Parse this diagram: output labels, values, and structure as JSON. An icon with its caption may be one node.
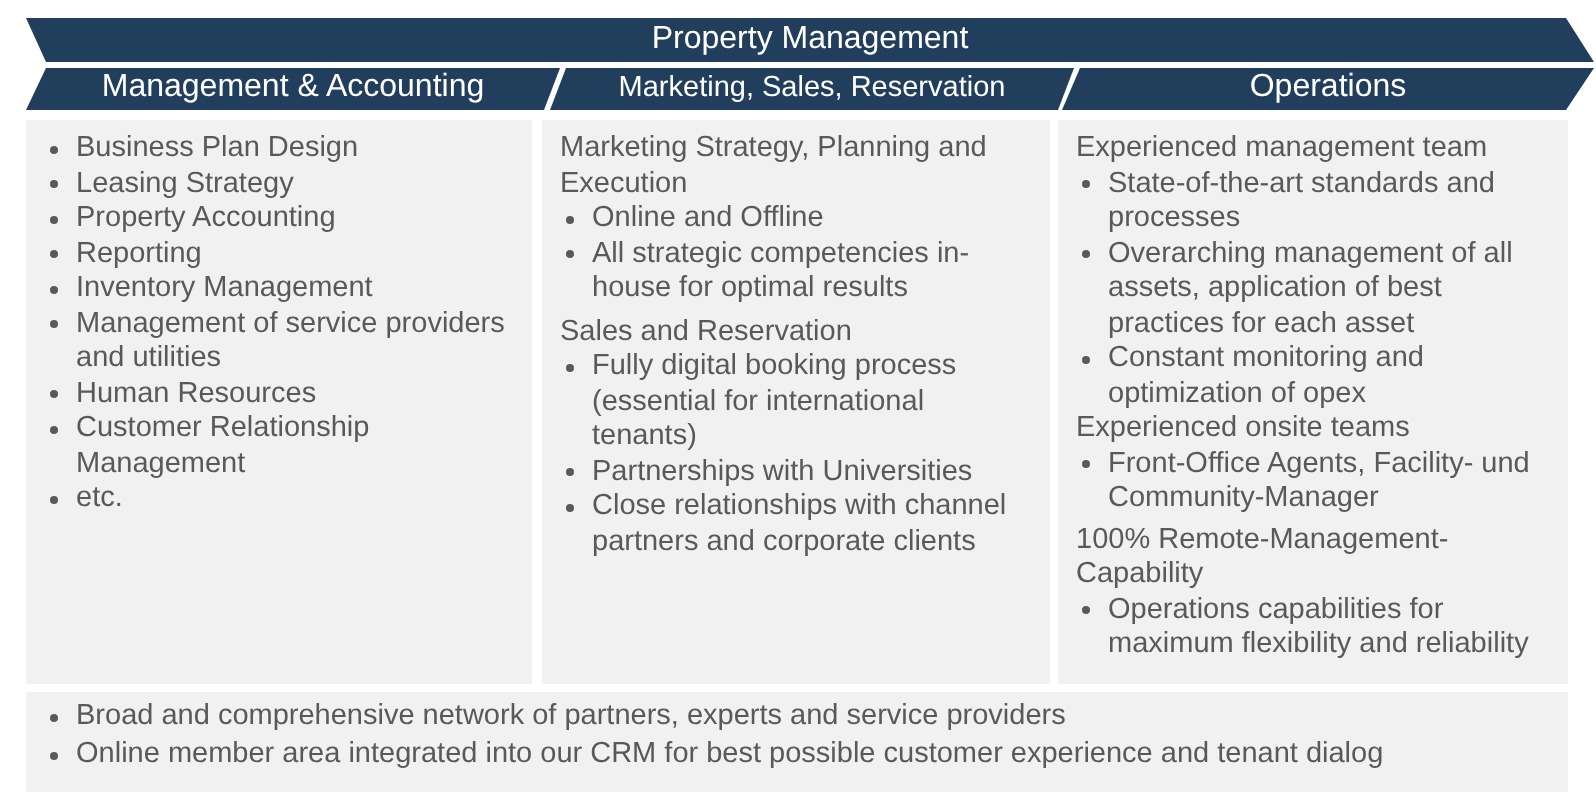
{
  "diagram": {
    "nodes": [
      {
        "text": [
          "Property Management"
        ]
      },
      {
        "text": [
          "Management & Accounting"
        ]
      },
      {
        "text": [
          "Marketing, Sales, Reservation"
        ]
      },
      {
        "text": [
          "Operations"
        ]
      },
      {
        "text": [
          "Business Plan Design",
          "Leasing Strategy",
          "Property Accounting",
          "Reporting",
          "Inventory Management",
          "Management of service providers and utilities",
          "Human Resources",
          "Customer Relationship Management",
          "etc."
        ]
      },
      {
        "text": [
          "Marketing Strategy, Planning and Execution",
          "Online and Offline",
          "All strategic competencies in-house for optimal results",
          "Sales and Reservation",
          "Fully digital booking process (essential for international tenants)",
          "Partnerships with Universities",
          "Close relationships with channel partners and corporate clients"
        ]
      },
      {
        "text": [
          "Experienced management team",
          "State-of-the-art standards and processes",
          "Overarching management of all assets, application of best practices for each asset",
          "Constant monitoring and optimization of opex",
          "Experienced onsite teams",
          "Front-Office Agents, Facility- und Community-Manager",
          "100% Remote-Management-Capability",
          "Operations capabilities for maximum flexibility and reliability"
        ]
      },
      {
        "text": [
          "Broad and comprehensive network of partners, experts and service providers",
          "Online member area integrated into our CRM for best possible customer experience and tenant dialog"
        ]
      }
    ]
  }
}
